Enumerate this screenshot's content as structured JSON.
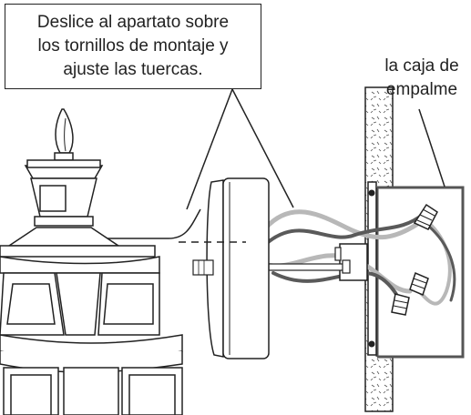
{
  "callout": {
    "lines": [
      "Deslice al apartato sobre",
      "los tornillos de montaje y",
      "ajuste las tuercas."
    ]
  },
  "junction_label": {
    "lines": [
      "la caja de",
      "empalme"
    ]
  },
  "colors": {
    "outline": "#222222",
    "wire_dark": "#5a5a5a",
    "wire_light": "#b8b8b8",
    "wall_fill": "#ffffff"
  },
  "icons": [
    "lantern-fixture-icon",
    "mounting-bracket-icon",
    "junction-box-icon",
    "wire-nut-icon"
  ]
}
